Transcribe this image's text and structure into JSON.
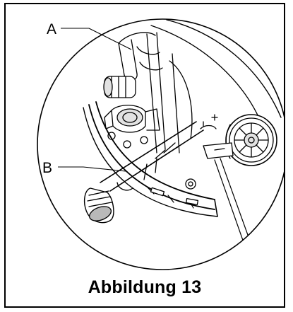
{
  "figure": {
    "caption": "Abbildung 13",
    "callouts": [
      {
        "letter": "A"
      },
      {
        "letter": "B"
      }
    ],
    "colors": {
      "line": "#000000",
      "shade": "#b9b9b9",
      "light": "#e2e2e2"
    }
  }
}
